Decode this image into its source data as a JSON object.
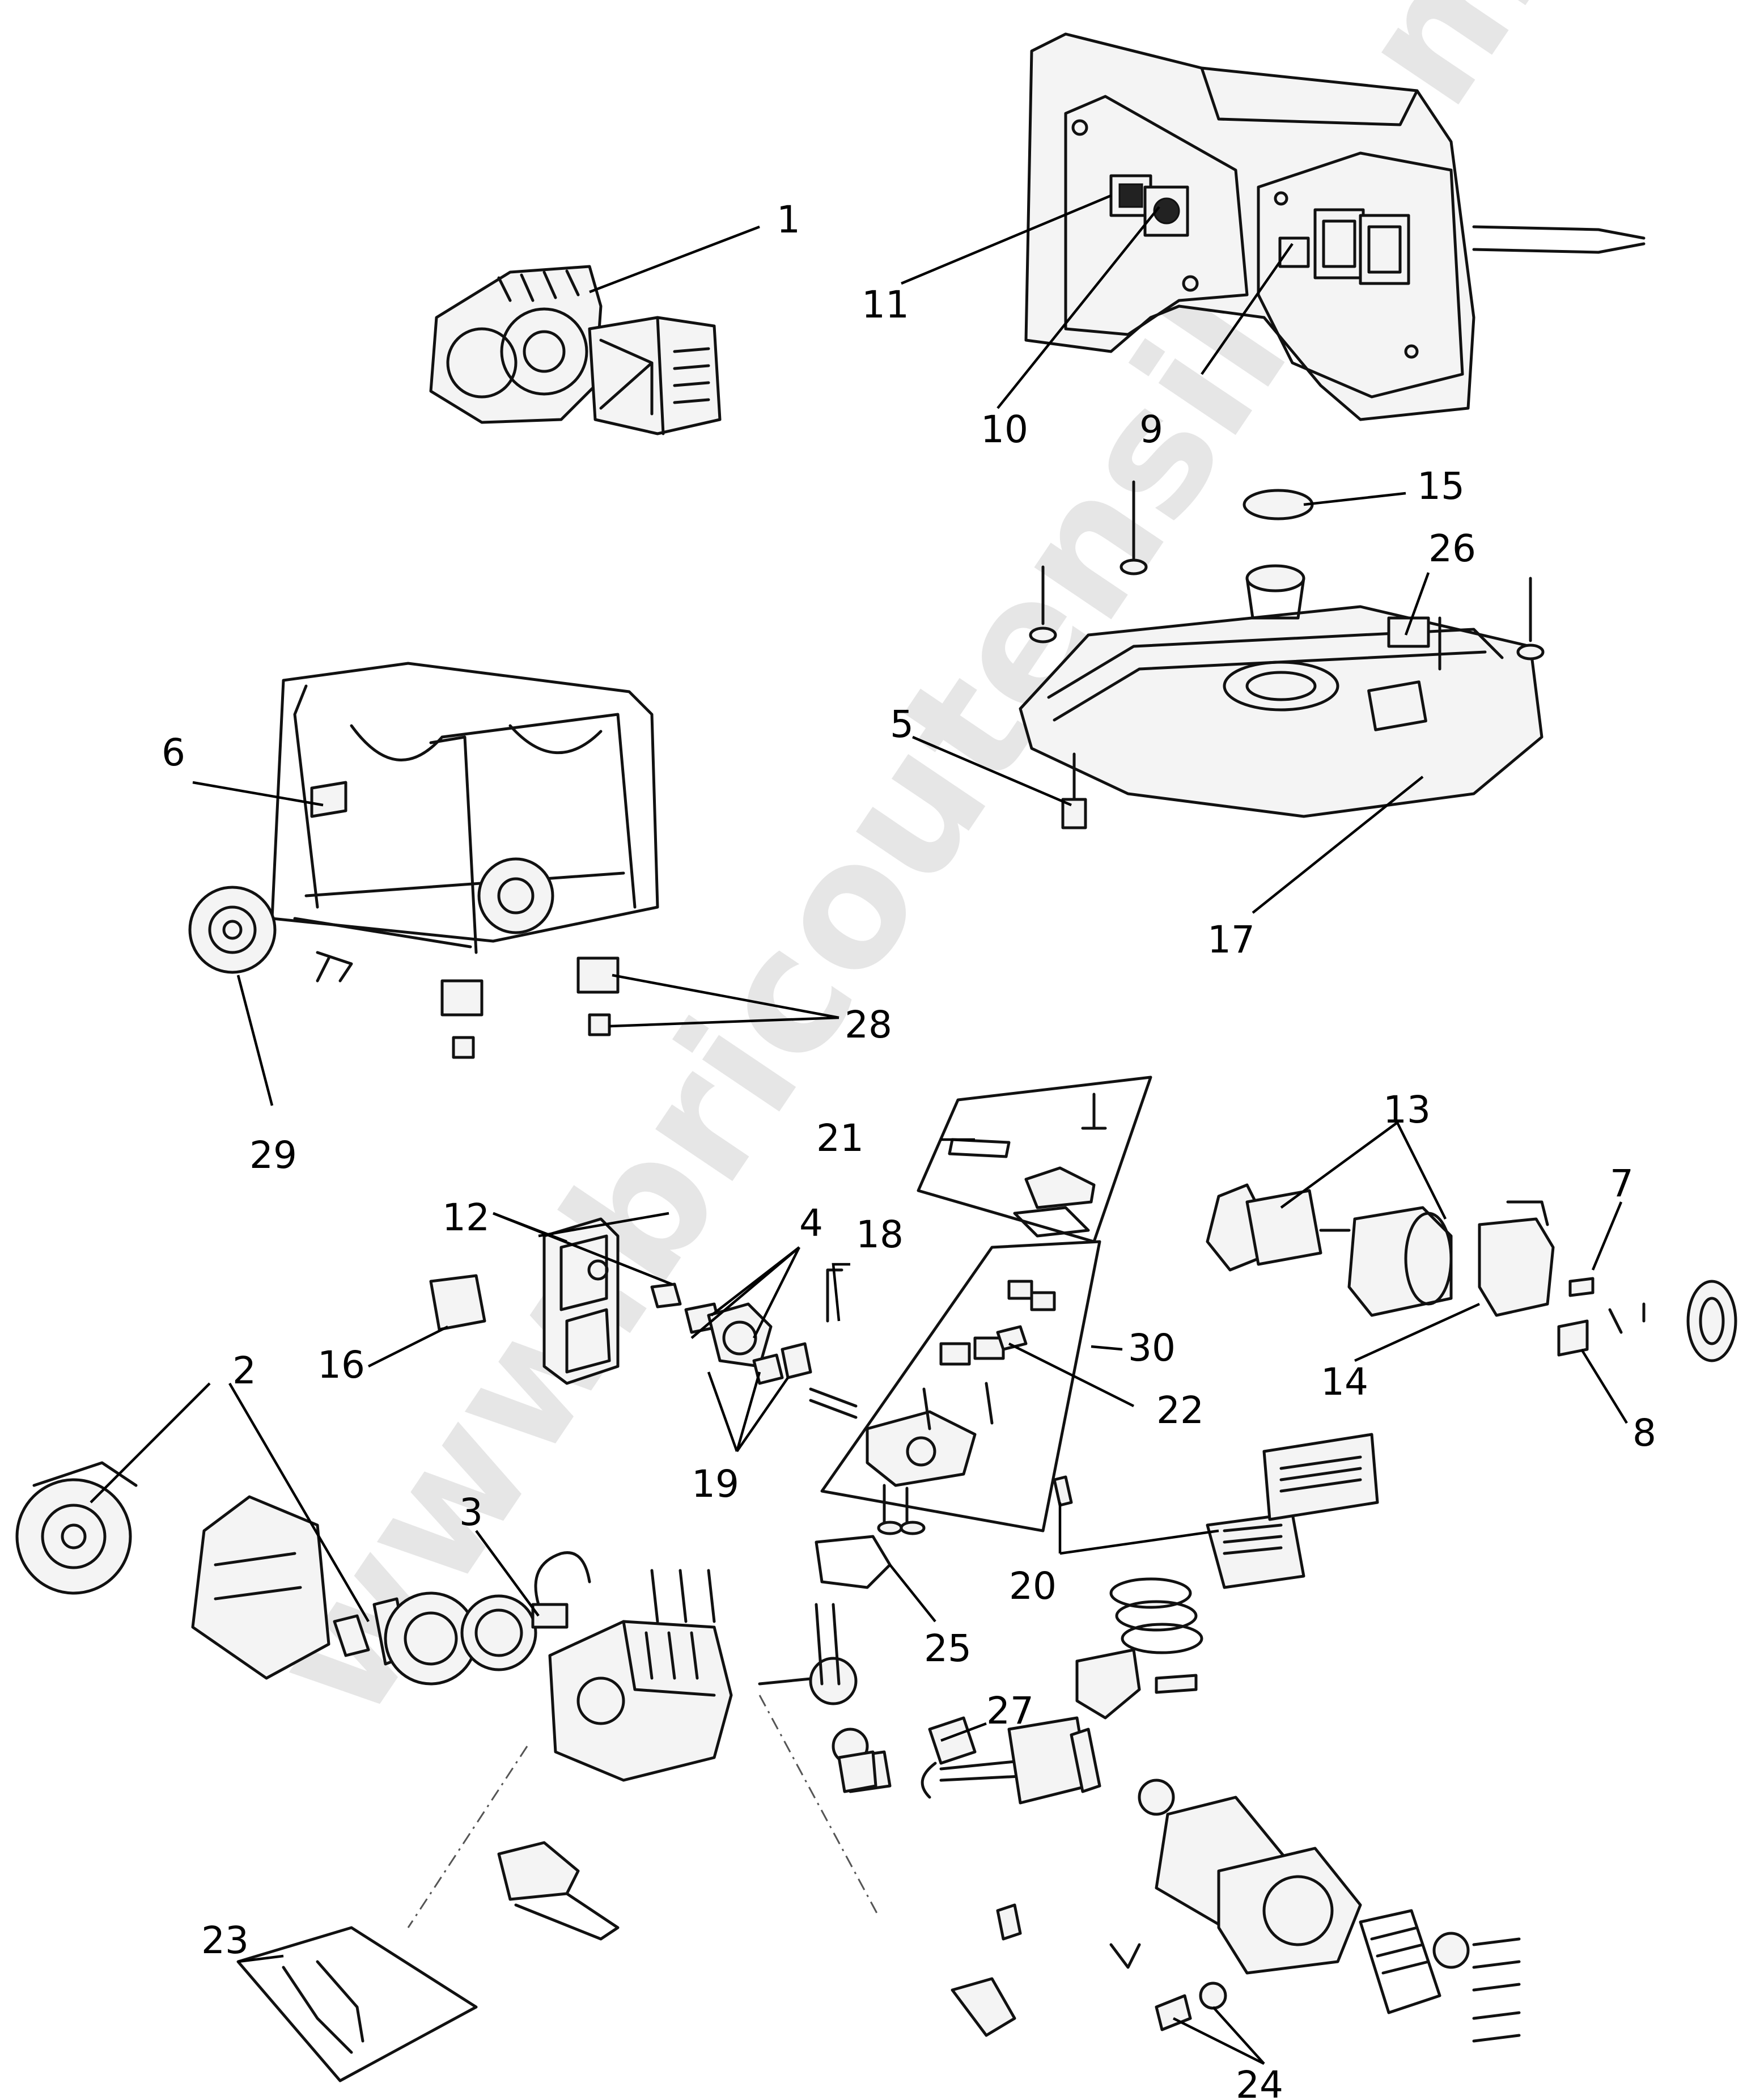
{
  "watermark": "www.bricoutensil.com",
  "callouts": [
    {
      "id": "1",
      "label": "1"
    },
    {
      "id": "2",
      "label": "2"
    },
    {
      "id": "3",
      "label": "3"
    },
    {
      "id": "4",
      "label": "4"
    },
    {
      "id": "5",
      "label": "5"
    },
    {
      "id": "6",
      "label": "6"
    },
    {
      "id": "7",
      "label": "7"
    },
    {
      "id": "8",
      "label": "8"
    },
    {
      "id": "9",
      "label": "9"
    },
    {
      "id": "10",
      "label": "10"
    },
    {
      "id": "11",
      "label": "11"
    },
    {
      "id": "12",
      "label": "12"
    },
    {
      "id": "13",
      "label": "13"
    },
    {
      "id": "14",
      "label": "14"
    },
    {
      "id": "15",
      "label": "15"
    },
    {
      "id": "16",
      "label": "16"
    },
    {
      "id": "17",
      "label": "17"
    },
    {
      "id": "18",
      "label": "18"
    },
    {
      "id": "19",
      "label": "19"
    },
    {
      "id": "20",
      "label": "20"
    },
    {
      "id": "21",
      "label": "21"
    },
    {
      "id": "22",
      "label": "22"
    },
    {
      "id": "23",
      "label": "23"
    },
    {
      "id": "24",
      "label": "24"
    },
    {
      "id": "25",
      "label": "25"
    },
    {
      "id": "26",
      "label": "26"
    },
    {
      "id": "27",
      "label": "27"
    },
    {
      "id": "28",
      "label": "28"
    },
    {
      "id": "29",
      "label": "29"
    },
    {
      "id": "30",
      "label": "30"
    }
  ]
}
